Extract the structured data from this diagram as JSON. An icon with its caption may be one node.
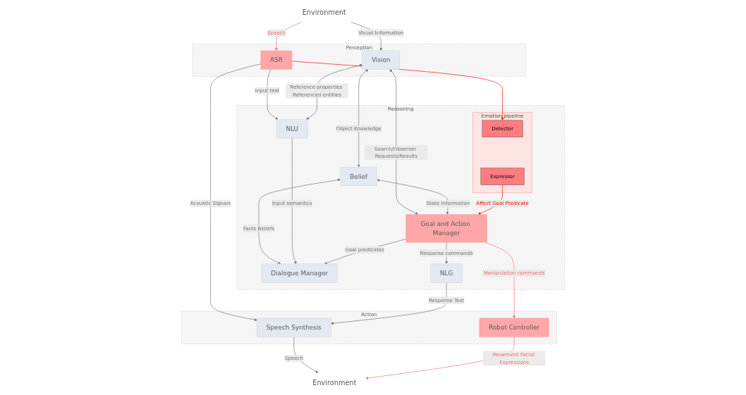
{
  "diagram": {
    "nodes": [
      {
        "text": [
          "Environment"
        ]
      },
      {
        "text": [
          "Perception"
        ]
      },
      {
        "text": [
          "ASR"
        ],
        "in": 1
      },
      {
        "text": [
          "Vision"
        ],
        "in": 1
      },
      {
        "text": [
          "Reasoning"
        ]
      },
      {
        "text": [
          "Belief"
        ],
        "in": 4
      },
      {
        "text": [
          "NLU"
        ],
        "in": 4
      },
      {
        "text": [
          "Emotion pipeline"
        ],
        "in": 4
      },
      {
        "text": [
          "Detector"
        ],
        "in": 7
      },
      {
        "text": [
          "Expressor"
        ],
        "in": 7
      },
      {
        "text": [
          "Goal and Action Manager"
        ],
        "in": 4
      },
      {
        "text": [
          "Dialogue Manager"
        ],
        "in": 4
      },
      {
        "text": [
          "NLG"
        ],
        "in": 4
      },
      {
        "text": [
          "Action"
        ]
      },
      {
        "text": [
          "Speech Synthesis"
        ],
        "in": 13
      },
      {
        "text": [
          "Robot Controller"
        ],
        "in": 13
      },
      {
        "text": [
          "Environment"
        ]
      }
    ],
    "edges": [
      {
        "from": 0,
        "to": 2,
        "arrow": "to",
        "label": "Speech",
        "color": "#f76c6c"
      },
      {
        "from": 0,
        "to": 3,
        "arrow": "to",
        "label": "Visual Information"
      },
      {
        "from": 2,
        "to": 6,
        "arrow": "to",
        "label": "Input text"
      },
      {
        "from": 2,
        "to": 8,
        "arrow": "to",
        "color": "#ff0000"
      },
      {
        "from": 2,
        "to": 14,
        "arrow": "to",
        "label": "Acoustic Signals"
      },
      {
        "from": 3,
        "to": 6,
        "arrow": "both",
        "label": "Reference properties Referenced entities"
      },
      {
        "from": 3,
        "to": 5,
        "arrow": "both",
        "label": "Object Knowledge"
      },
      {
        "from": 3,
        "to": 10,
        "arrow": "both",
        "label": "Search/Observer Requests/Results"
      },
      {
        "from": 5,
        "to": 11,
        "arrow": "both",
        "label": "Facts Beliefs"
      },
      {
        "from": 5,
        "to": 10,
        "arrow": "both",
        "label": "State Information"
      },
      {
        "from": 6,
        "to": 11,
        "arrow": "to",
        "label": "Input semantics"
      },
      {
        "from": 9,
        "to": 10,
        "arrow": "to",
        "label": "Affect Goal Predicate",
        "color": "#ff0000"
      },
      {
        "from": 10,
        "to": 11,
        "arrow": "to",
        "label": "Goal predicates"
      },
      {
        "from": 10,
        "to": 12,
        "arrow": "to",
        "label": "Response commands"
      },
      {
        "from": 10,
        "to": 15,
        "arrow": "to",
        "label": "Manipulation commands",
        "color": "#f76c6c"
      },
      {
        "from": 12,
        "to": 14,
        "arrow": "to",
        "label": "Response Text"
      },
      {
        "from": 14,
        "to": 16,
        "arrow": "to",
        "label": "Speech"
      },
      {
        "from": 15,
        "to": 16,
        "arrow": "to",
        "label": "Movement Facial Expressions",
        "color": "#f76c6c"
      }
    ]
  }
}
